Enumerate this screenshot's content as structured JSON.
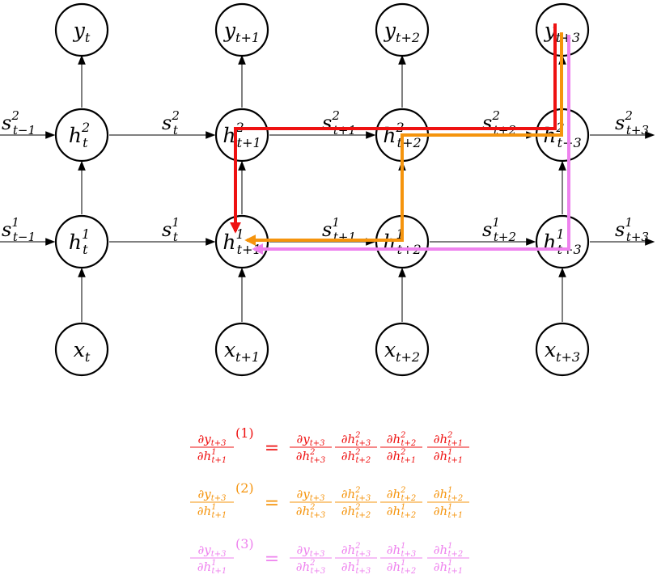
{
  "diagram": {
    "nodes": {
      "y_t": {
        "base": "y",
        "sub": "t",
        "sup": ""
      },
      "y_t1": {
        "base": "y",
        "sub": "t+1",
        "sup": ""
      },
      "y_t2": {
        "base": "y",
        "sub": "t+2",
        "sup": ""
      },
      "y_t3": {
        "base": "y",
        "sub": "t+3",
        "sup": ""
      },
      "h2_t": {
        "base": "h",
        "sub": "t",
        "sup": "2"
      },
      "h2_t1": {
        "base": "h",
        "sub": "t+1",
        "sup": "2"
      },
      "h2_t2": {
        "base": "h",
        "sub": "t+2",
        "sup": "2"
      },
      "h2_t3": {
        "base": "h",
        "sub": "t+3",
        "sup": "2"
      },
      "h1_t": {
        "base": "h",
        "sub": "t",
        "sup": "1"
      },
      "h1_t1": {
        "base": "h",
        "sub": "t+1",
        "sup": "1"
      },
      "h1_t2": {
        "base": "h",
        "sub": "t+2",
        "sup": "1"
      },
      "h1_t3": {
        "base": "h",
        "sub": "t+3",
        "sup": "1"
      },
      "x_t": {
        "base": "x",
        "sub": "t",
        "sup": ""
      },
      "x_t1": {
        "base": "x",
        "sub": "t+1",
        "sup": ""
      },
      "x_t2": {
        "base": "x",
        "sub": "t+2",
        "sup": ""
      },
      "x_t3": {
        "base": "x",
        "sub": "t+3",
        "sup": ""
      }
    },
    "state_labels": {
      "s2_tm1": {
        "base": "s",
        "sub": "t−1",
        "sup": "2"
      },
      "s2_t": {
        "base": "s",
        "sub": "t",
        "sup": "2"
      },
      "s2_t1": {
        "base": "s",
        "sub": "t+1",
        "sup": "2"
      },
      "s2_t2": {
        "base": "s",
        "sub": "t+2",
        "sup": "2"
      },
      "s2_t3": {
        "base": "s",
        "sub": "t+3",
        "sup": "2"
      },
      "s1_tm1": {
        "base": "s",
        "sub": "t−1",
        "sup": "1"
      },
      "s1_t": {
        "base": "s",
        "sub": "t",
        "sup": "1"
      },
      "s1_t1": {
        "base": "s",
        "sub": "t+1",
        "sup": "1"
      },
      "s1_t2": {
        "base": "s",
        "sub": "t+2",
        "sup": "1"
      },
      "s1_t3": {
        "base": "s",
        "sub": "t+3",
        "sup": "1"
      }
    },
    "colors": {
      "path1": "#ee1111",
      "path2": "#f5940d",
      "path3": "#ee82ee",
      "stroke": "#000000"
    }
  },
  "equations": [
    {
      "color": "#ee1111",
      "lhs": {
        "num": {
          "base": "∂y",
          "sub": "t+3",
          "sup": ""
        },
        "den": {
          "base": "∂h",
          "sub": "t+1",
          "sup": "1"
        }
      },
      "exponent": "(1)",
      "equals": "=",
      "factors": [
        {
          "num": {
            "base": "∂y",
            "sub": "t+3",
            "sup": ""
          },
          "den": {
            "base": "∂h",
            "sub": "t+3",
            "sup": "2"
          }
        },
        {
          "num": {
            "base": "∂h",
            "sub": "t+3",
            "sup": "2"
          },
          "den": {
            "base": "∂h",
            "sub": "t+2",
            "sup": "2"
          }
        },
        {
          "num": {
            "base": "∂h",
            "sub": "t+2",
            "sup": "2"
          },
          "den": {
            "base": "∂h",
            "sub": "t+1",
            "sup": "2"
          }
        },
        {
          "num": {
            "base": "∂h",
            "sub": "t+1",
            "sup": "2"
          },
          "den": {
            "base": "∂h",
            "sub": "t+1",
            "sup": "1"
          }
        }
      ]
    },
    {
      "color": "#f5940d",
      "lhs": {
        "num": {
          "base": "∂y",
          "sub": "t+3",
          "sup": ""
        },
        "den": {
          "base": "∂h",
          "sub": "t+1",
          "sup": "1"
        }
      },
      "exponent": "(2)",
      "equals": "=",
      "factors": [
        {
          "num": {
            "base": "∂y",
            "sub": "t+3",
            "sup": ""
          },
          "den": {
            "base": "∂h",
            "sub": "t+3",
            "sup": "2"
          }
        },
        {
          "num": {
            "base": "∂h",
            "sub": "t+3",
            "sup": "2"
          },
          "den": {
            "base": "∂h",
            "sub": "t+2",
            "sup": "2"
          }
        },
        {
          "num": {
            "base": "∂h",
            "sub": "t+2",
            "sup": "2"
          },
          "den": {
            "base": "∂h",
            "sub": "t+2",
            "sup": "1"
          }
        },
        {
          "num": {
            "base": "∂h",
            "sub": "t+2",
            "sup": "1"
          },
          "den": {
            "base": "∂h",
            "sub": "t+1",
            "sup": "1"
          }
        }
      ]
    },
    {
      "color": "#ee82ee",
      "lhs": {
        "num": {
          "base": "∂y",
          "sub": "t+3",
          "sup": ""
        },
        "den": {
          "base": "∂h",
          "sub": "t+1",
          "sup": "1"
        }
      },
      "exponent": "(3)",
      "equals": "=",
      "factors": [
        {
          "num": {
            "base": "∂y",
            "sub": "t+3",
            "sup": ""
          },
          "den": {
            "base": "∂h",
            "sub": "t+3",
            "sup": "2"
          }
        },
        {
          "num": {
            "base": "∂h",
            "sub": "t+3",
            "sup": "2"
          },
          "den": {
            "base": "∂h",
            "sub": "t+3",
            "sup": "1"
          }
        },
        {
          "num": {
            "base": "∂h",
            "sub": "t+3",
            "sup": "1"
          },
          "den": {
            "base": "∂h",
            "sub": "t+2",
            "sup": "1"
          }
        },
        {
          "num": {
            "base": "∂h",
            "sub": "t+2",
            "sup": "1"
          },
          "den": {
            "base": "∂h",
            "sub": "t+1",
            "sup": "1"
          }
        }
      ]
    }
  ]
}
